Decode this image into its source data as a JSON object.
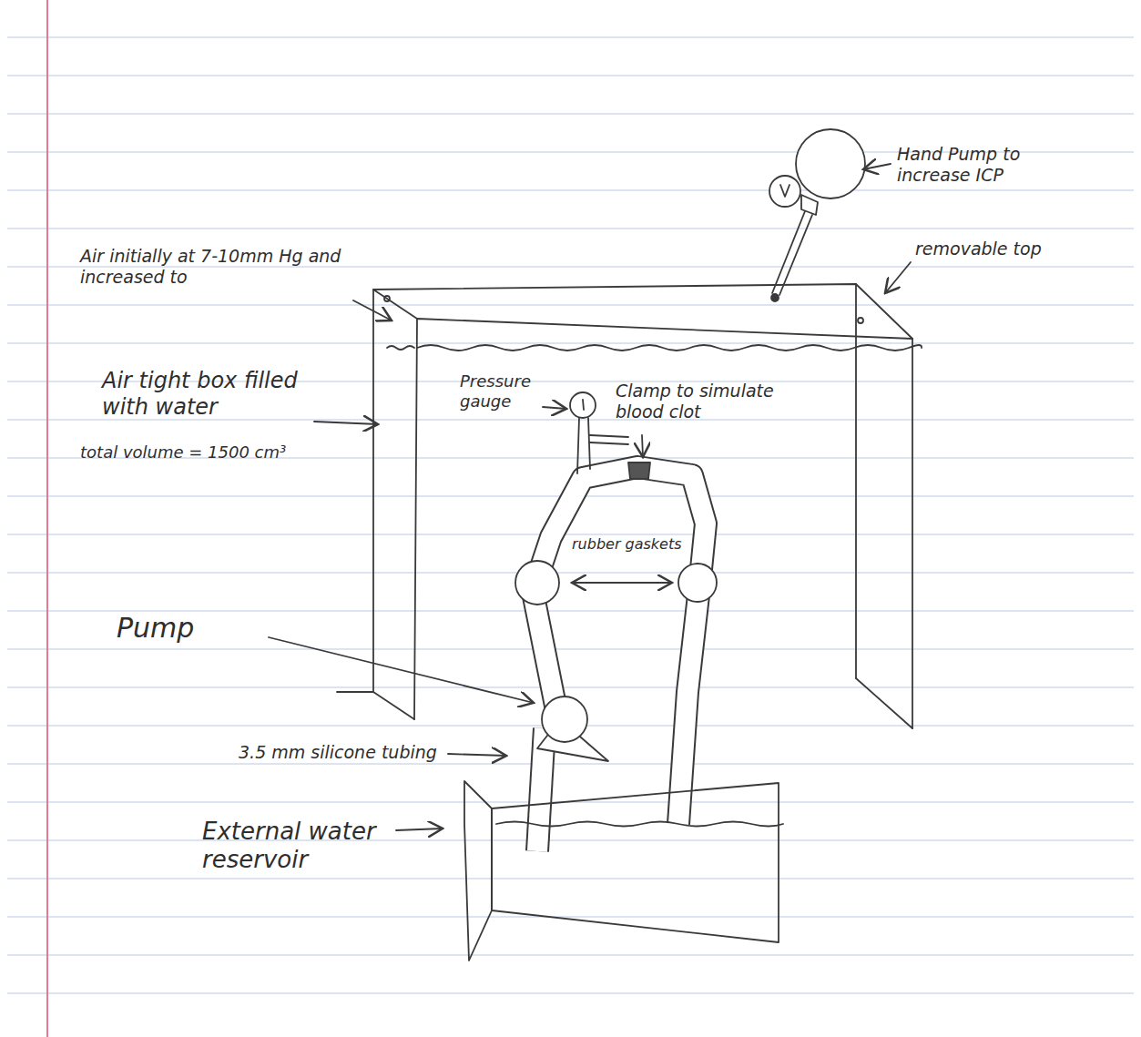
{
  "diagram": {
    "labels": [
      "Hand Pump to increase ICP",
      "removable top",
      "Air initially at 7-10mm Hg and increased to",
      "Air tight box filled with water",
      "total volume = 1500 cm³",
      "Pressure gauge",
      "Clamp to simulate blood clot",
      "rubber gaskets",
      "Pump",
      "3.5 mm silicone tubing",
      "External water reservoir"
    ]
  }
}
